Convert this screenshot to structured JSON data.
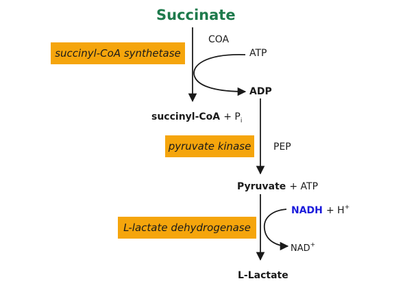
{
  "substrate": "Succinate",
  "step1": {
    "enzyme": "succinyl-CoA synthetase",
    "cofactor_in": "COA",
    "energy_in": "ATP",
    "energy_out": "ADP",
    "product_main": "succinyl-CoA",
    "product_plus": "+ P",
    "product_sub": "i"
  },
  "step2": {
    "enzyme": "pyruvate kinase",
    "cofactor": "PEP",
    "product_main": "Pyruvate",
    "product_plus": "+ ATP"
  },
  "step3": {
    "enzyme": "L-lactate dehydrogenase",
    "cofactor_in": "NADH",
    "cofactor_in_plus": "+ H",
    "cofactor_in_sup": "+",
    "cofactor_out": "NAD",
    "cofactor_out_sup": "+",
    "product": "L-Lactate"
  },
  "colors": {
    "title": "#1e7a4c",
    "enzyme_box": "#f5a50c",
    "nadh": "#1a1adb"
  }
}
